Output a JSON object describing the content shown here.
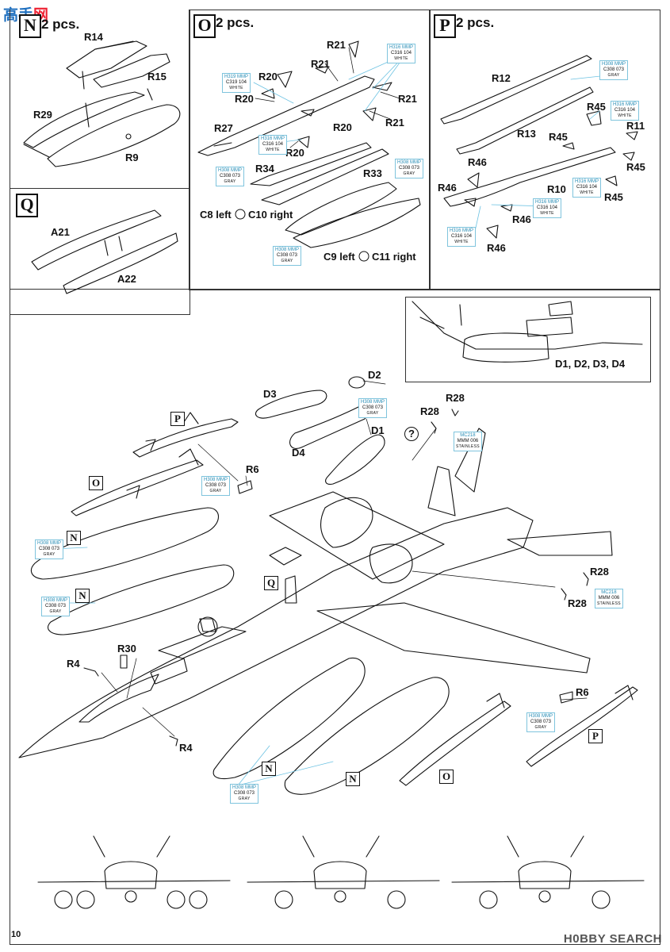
{
  "watermark": {
    "site_logo": "高手",
    "site_logo_accent": "网",
    "bottom_right": "H0BBY SEARCH"
  },
  "page_number": "10",
  "panels": {
    "N": {
      "letter": "N",
      "count": "2 pcs.",
      "parts": [
        "R14",
        "R15",
        "R29",
        "R9"
      ]
    },
    "O": {
      "letter": "O",
      "count": "2 pcs.",
      "parts": [
        "R21",
        "R21",
        "R21",
        "R21",
        "R20",
        "R20",
        "R20",
        "R20",
        "R27",
        "R34",
        "R33"
      ],
      "notes": {
        "c8c10": "C8 left",
        "c8c10_right": "C10 right",
        "c9c11": "C9 left",
        "c9c11_right": "C11 right"
      }
    },
    "P": {
      "letter": "P",
      "count": "2 pcs.",
      "parts": [
        "R12",
        "R13",
        "R45",
        "R11",
        "R45",
        "R45",
        "R45",
        "R10",
        "R46",
        "R46",
        "R46",
        "R46"
      ]
    },
    "Q": {
      "letter": "Q",
      "parts": [
        "A21",
        "A22"
      ]
    },
    "detail": {
      "parts_label": "D1, D2, D3, D4"
    }
  },
  "main_labels": {
    "D2": "D2",
    "D3": "D3",
    "D1": "D1",
    "D4": "D4",
    "R28a": "R28",
    "R28b": "R28",
    "R28c": "R28",
    "R28d": "R28",
    "R6a": "R6",
    "R6b": "R6",
    "R30": "R30",
    "R4a": "R4",
    "R4b": "R4",
    "P1": "P",
    "P2": "P",
    "O1": "O",
    "O2": "O",
    "N1": "N",
    "N2": "N",
    "N3": "N",
    "N4": "N",
    "Q": "Q",
    "question": "?"
  },
  "paints": {
    "white104": {
      "h": "H316 MMP",
      "c": "C316 104",
      "name": "WHITE"
    },
    "white104b": {
      "h": "H319 MMP",
      "c": "C319 104",
      "name": "WHITE"
    },
    "gray073": {
      "h": "H308 MMP",
      "c": "C308 073",
      "name": "GRAY"
    },
    "stainless": {
      "h": "MC218",
      "c": "MMM 006",
      "name": "STAINLESS"
    }
  },
  "colors": {
    "ink": "#111111",
    "paint_code": "#2a8db5",
    "paint_border": "#7fc4dd",
    "leader": "#6cc2e2"
  }
}
